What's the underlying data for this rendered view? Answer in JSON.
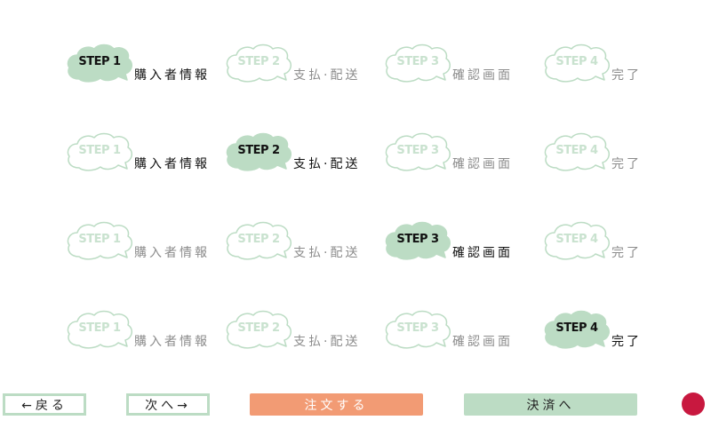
{
  "steps": [
    {
      "step": "STEP 1",
      "label": "購入者情報"
    },
    {
      "step": "STEP 2",
      "label": "支払·配送"
    },
    {
      "step": "STEP 3",
      "label": "確認画面"
    },
    {
      "step": "STEP 4",
      "label": "完了"
    }
  ],
  "rows": [
    {
      "active_step": 1
    },
    {
      "active_step": 2
    },
    {
      "active_step": 3
    },
    {
      "active_step": 4
    }
  ],
  "buttons": {
    "back_label": "←戻る",
    "next_label": "次へ→",
    "order_label": "注文する",
    "pay_label": "決済へ"
  },
  "colors": {
    "cloud_green": "#bcdcc4",
    "order_orange": "#f29b74",
    "dot_red": "#c8183f"
  },
  "icons": {
    "step_bubble": "cloud-speech-bubble-icon",
    "status_dot": "red-circle-icon"
  }
}
